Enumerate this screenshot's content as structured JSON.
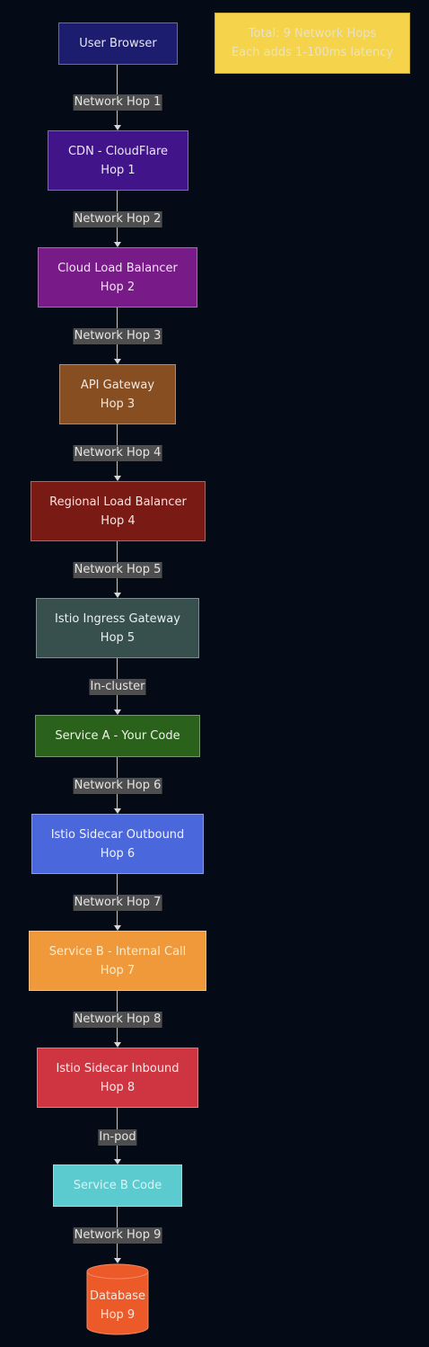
{
  "note": {
    "line1": "Total: 9 Network Hops",
    "line2": "Each adds 1-100ms latency"
  },
  "nodes": [
    {
      "name": "User Browser",
      "sub": ""
    },
    {
      "name": "CDN - CloudFlare",
      "sub": "Hop 1"
    },
    {
      "name": "Cloud Load Balancer",
      "sub": "Hop 2"
    },
    {
      "name": "API Gateway",
      "sub": "Hop 3"
    },
    {
      "name": "Regional Load Balancer",
      "sub": "Hop 4"
    },
    {
      "name": "Istio Ingress Gateway",
      "sub": "Hop 5"
    },
    {
      "name": "Service A - Your Code",
      "sub": ""
    },
    {
      "name": "Istio Sidecar Outbound",
      "sub": "Hop 6"
    },
    {
      "name": "Service B - Internal Call",
      "sub": "Hop 7"
    },
    {
      "name": "Istio Sidecar Inbound",
      "sub": "Hop 8"
    },
    {
      "name": "Service B Code",
      "sub": ""
    },
    {
      "name": "Database",
      "sub": "Hop 9"
    }
  ],
  "edges": [
    "Network Hop 1",
    "Network Hop 2",
    "Network Hop 3",
    "Network Hop 4",
    "Network Hop 5",
    "In-cluster",
    "Network Hop 6",
    "Network Hop 7",
    "Network Hop 8",
    "In-pod",
    "Network Hop 9"
  ],
  "colors": {
    "background": "#040a16",
    "user_browser": "#1c1d6e",
    "cdn": "#42148a",
    "cloud_lb": "#781a88",
    "api_gateway": "#874e22",
    "regional_lb": "#7a1a14",
    "istio_ingress": "#37504d",
    "service_a": "#2a621c",
    "sidecar_outbound": "#4b67dc",
    "service_b": "#f0993a",
    "sidecar_inbound": "#cf3441",
    "service_b_code": "#5ccbd0",
    "database": "#ec5a2a",
    "note": "#f5d34a"
  }
}
